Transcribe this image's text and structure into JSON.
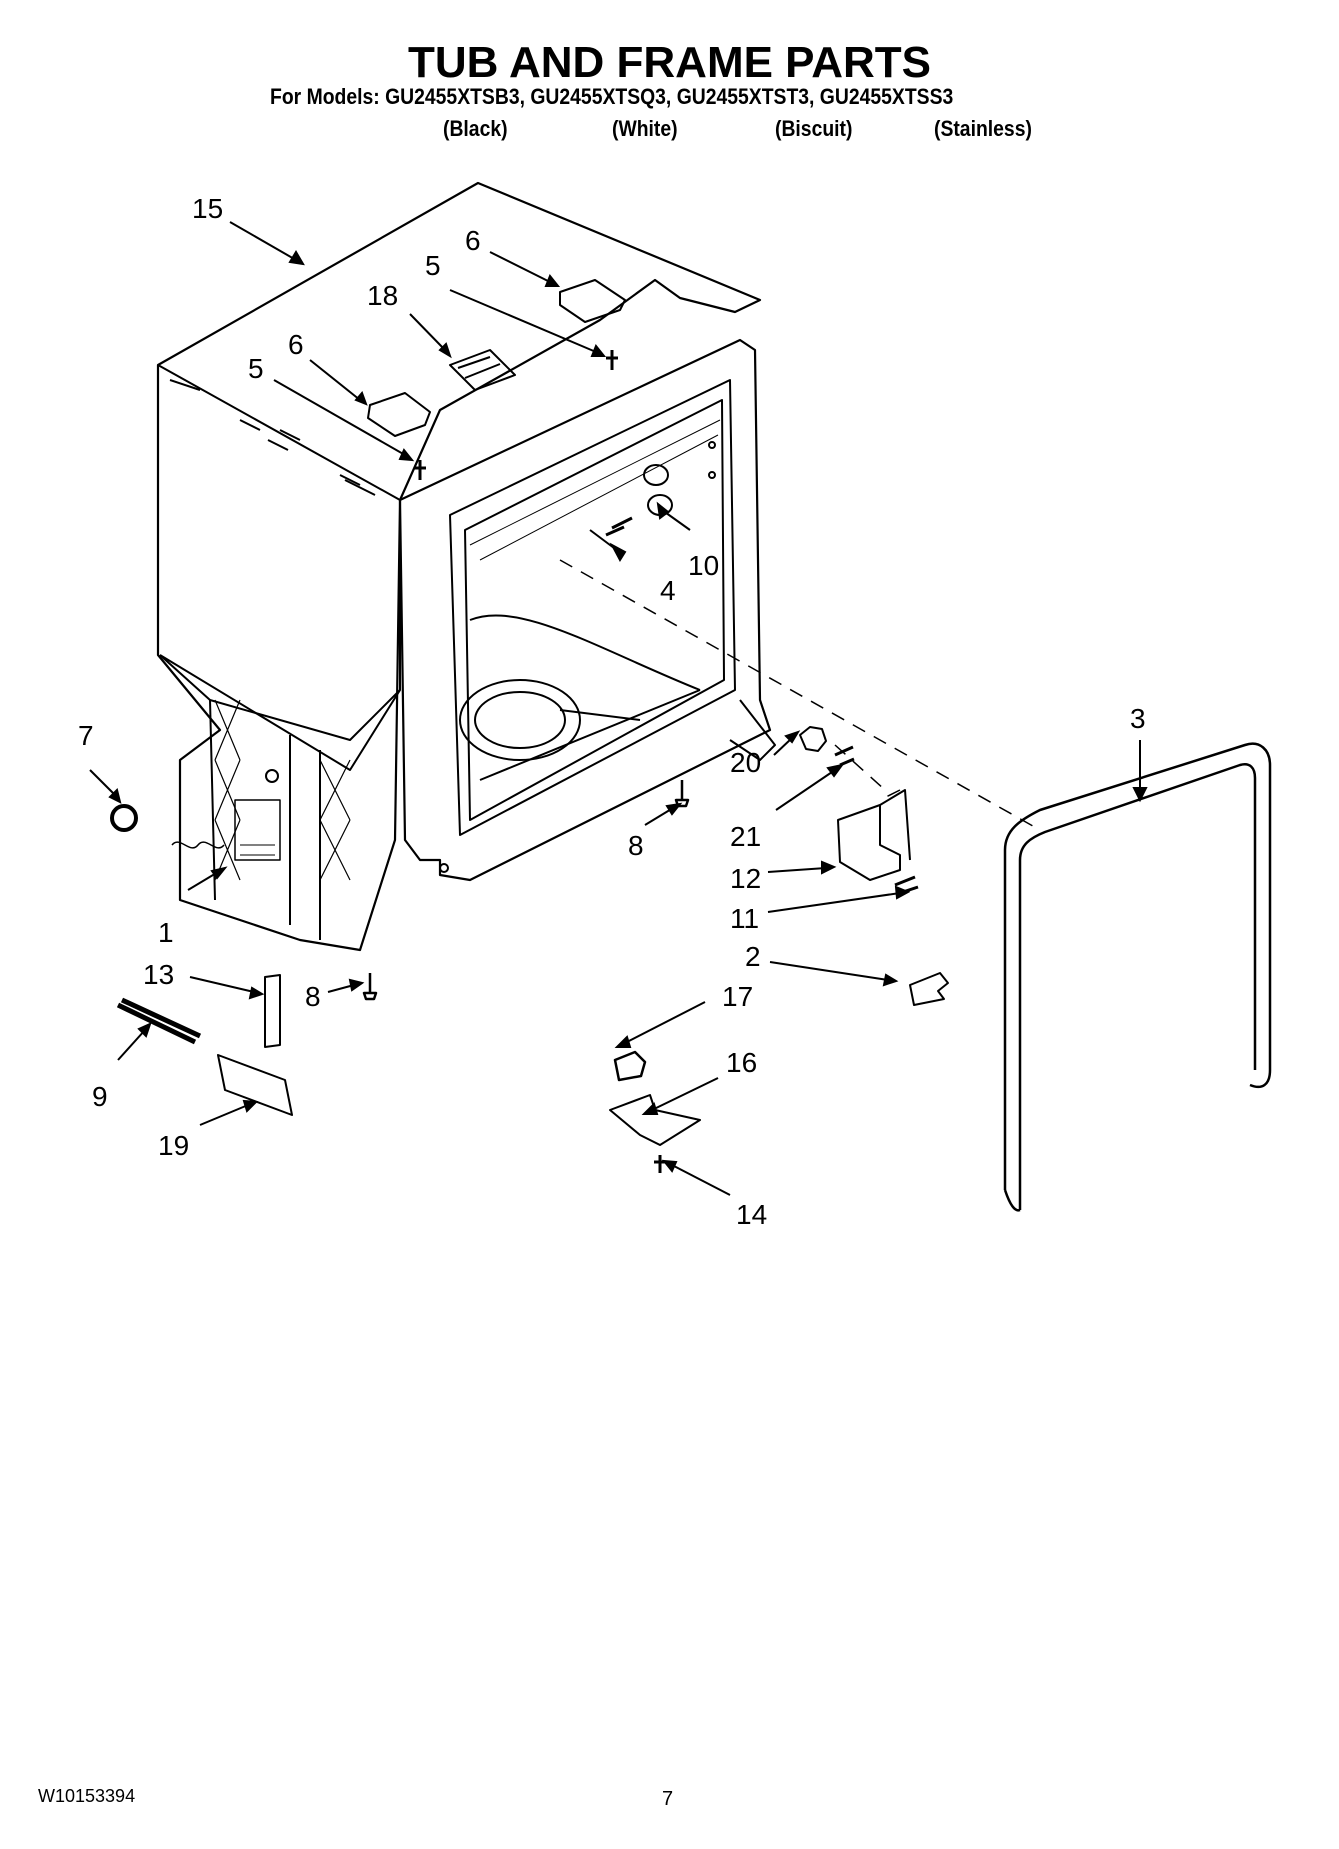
{
  "header": {
    "title": "TUB AND FRAME PARTS",
    "models_line": "For Models: GU2455XTSB3, GU2455XTSQ3, GU2455XTST3, GU2455XTSS3",
    "colors": [
      "(Black)",
      "(White)",
      "(Biscuit)",
      "(Stainless)"
    ]
  },
  "callouts": [
    "1",
    "2",
    "3",
    "4",
    "5",
    "6",
    "7",
    "8",
    "9",
    "10",
    "11",
    "12",
    "13",
    "14",
    "15",
    "16",
    "17",
    "18",
    "19",
    "20",
    "21"
  ],
  "footer": {
    "doc_number": "W10153394",
    "page_number": "7"
  }
}
